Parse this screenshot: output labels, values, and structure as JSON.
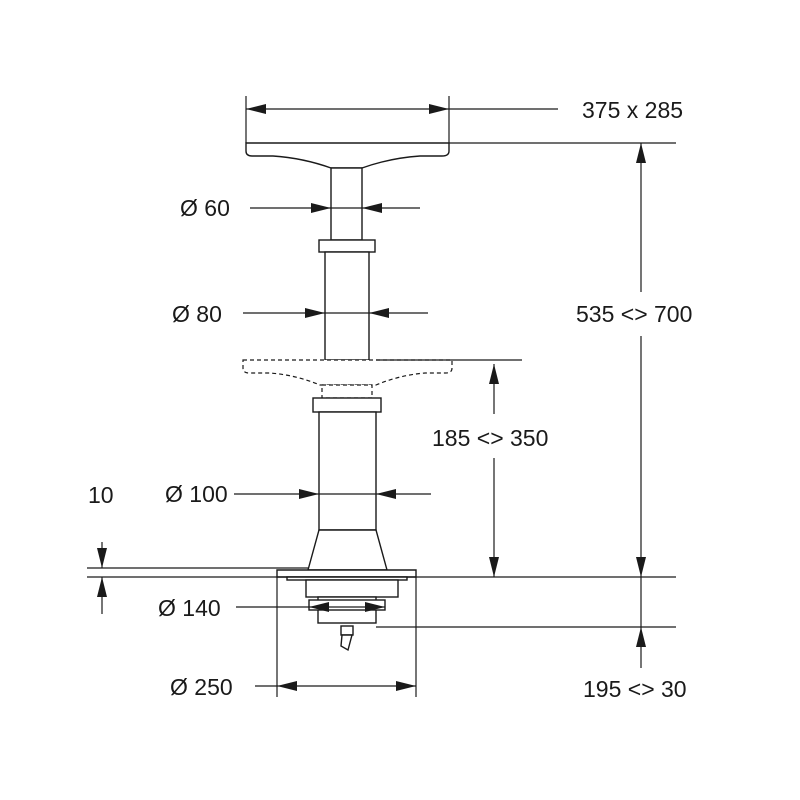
{
  "drawing": {
    "labels": {
      "top_size": "375 x 285",
      "d60": "Ø 60",
      "d80": "Ø 80",
      "d100": "Ø 100",
      "d140": "Ø 140",
      "d250": "Ø 250",
      "height_range": "535 <> 700",
      "stroke_range": "185 <> 350",
      "plate_thickness": "10",
      "below_range": "195 <> 30"
    },
    "color_line": "#1a1a1a"
  }
}
